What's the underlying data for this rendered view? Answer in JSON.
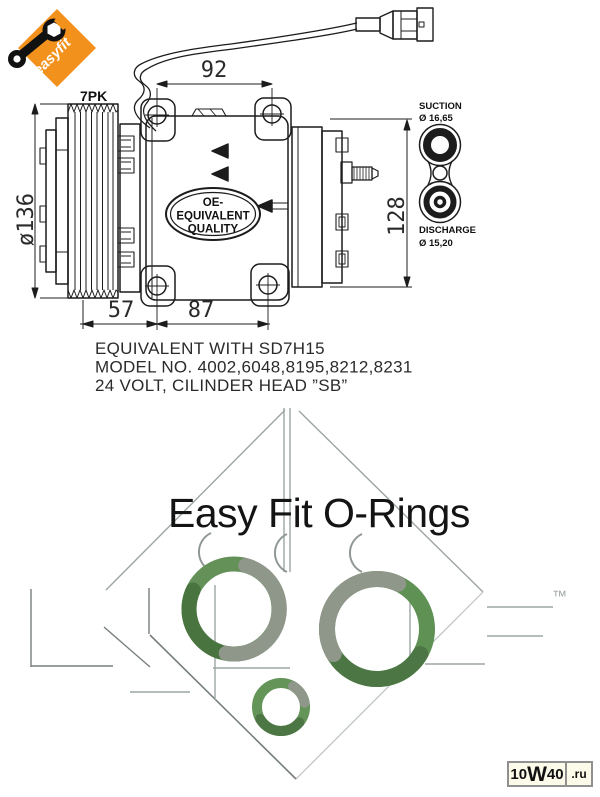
{
  "branding": {
    "easyfit_label": "easyfit",
    "belt_label": "7PK",
    "badge_lines": [
      "OE-",
      "EQUIVALENT",
      "QUALITY"
    ],
    "trademark": "™"
  },
  "diagram": {
    "dimensions": {
      "top_width": "92",
      "pulley_diameter": "ø136",
      "rear_height": "128",
      "front_offset": "57",
      "body_width": "87"
    },
    "ports": {
      "suction_label": "SUCTION",
      "suction_diameter": "Ø 16,65",
      "discharge_label": "DISCHARGE",
      "discharge_diameter": "Ø 15,20"
    }
  },
  "specs": {
    "line1": "EQUIVALENT WITH SD7H15",
    "line2": "MODEL NO. 4002,6048,8195,8212,8231",
    "line3": "24 VOLT, CILINDER HEAD ”SB”"
  },
  "orings": {
    "title": "Easy Fit O-Rings"
  },
  "site_watermark": {
    "p1": "10",
    "w": "W",
    "p2": "40",
    "tld": ".ru"
  },
  "colors": {
    "accent_orange": "#f2921d",
    "oring_green": "#5f9054",
    "watermark_gray": "#98a0a0",
    "line_black": "#1c1c1c"
  }
}
